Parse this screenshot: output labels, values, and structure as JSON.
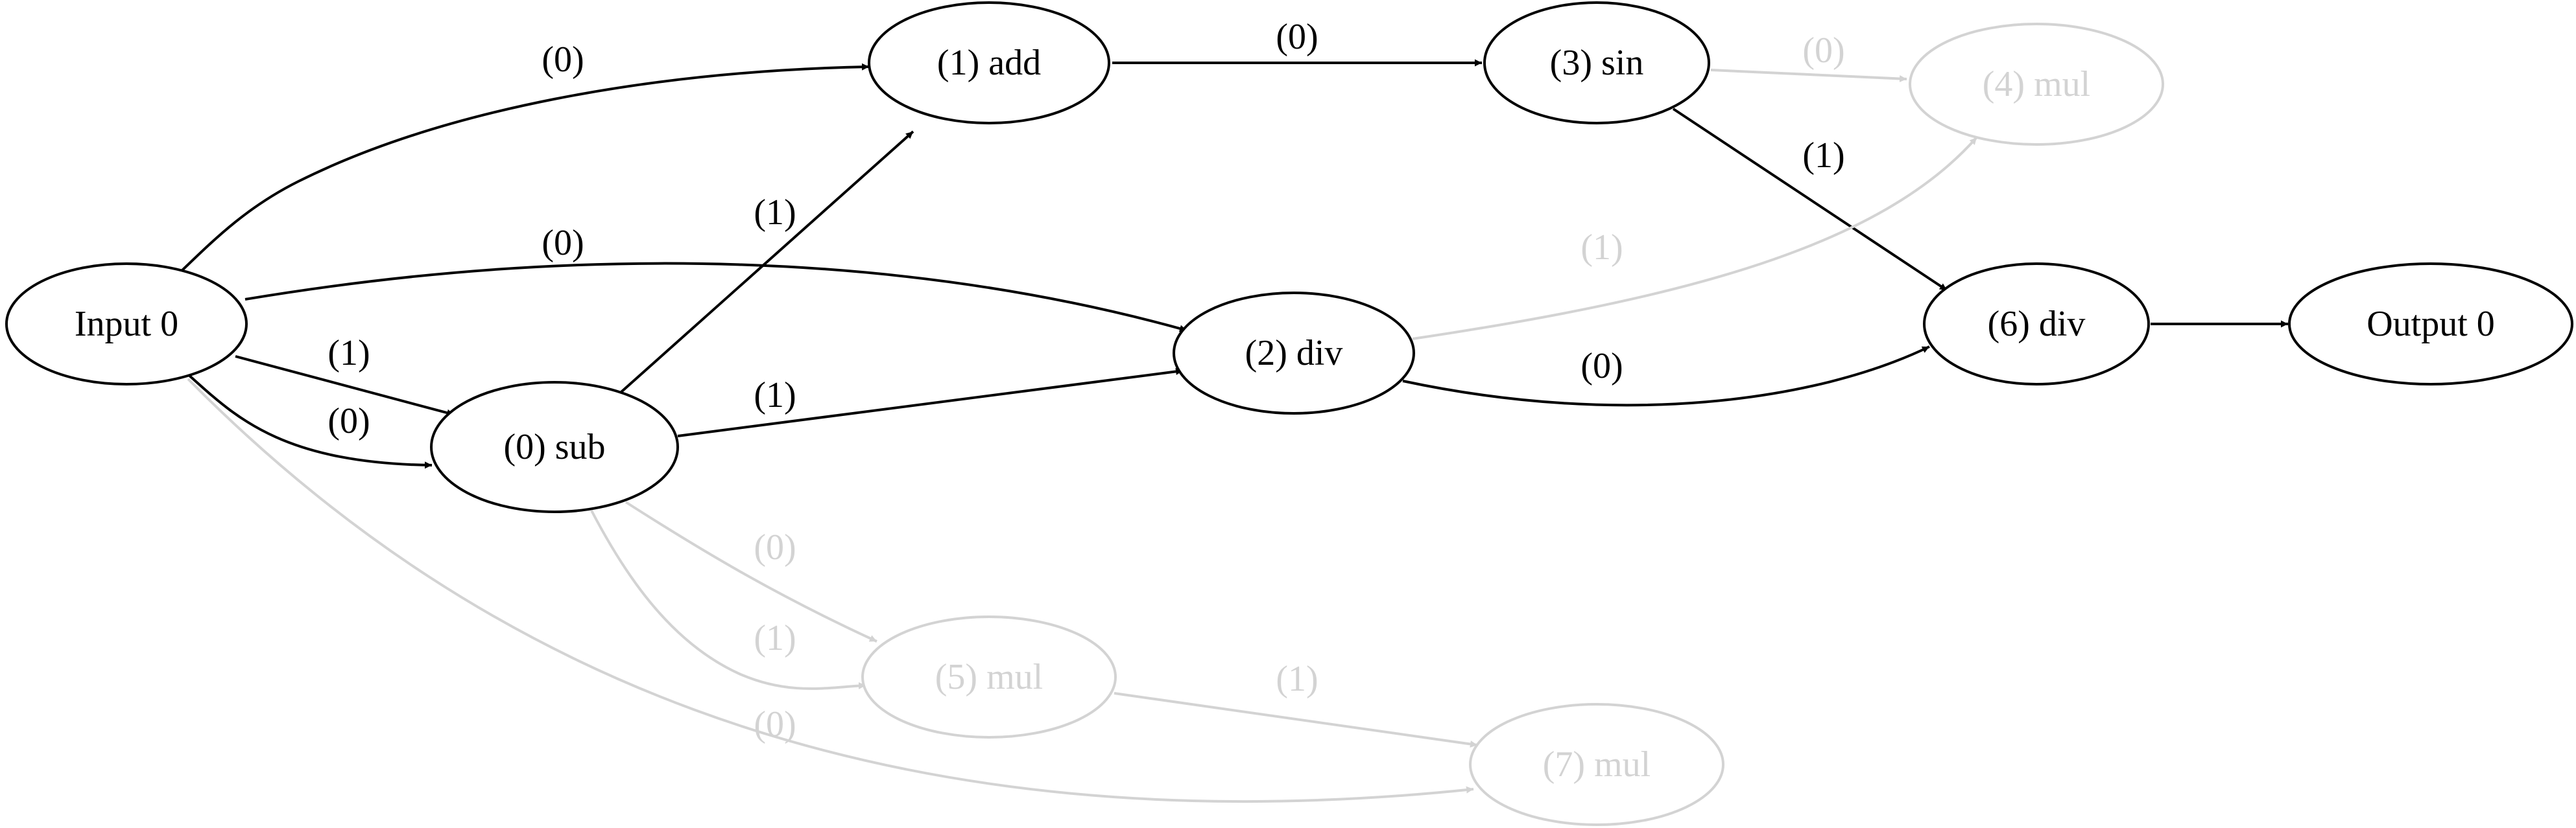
{
  "colors": {
    "active": "#000000",
    "inactive": "#d3d3d3"
  },
  "nodes": [
    {
      "id": "input0",
      "label": "Input 0",
      "active": true
    },
    {
      "id": "n0",
      "label": "(0) sub",
      "active": true
    },
    {
      "id": "n1",
      "label": "(1) add",
      "active": true
    },
    {
      "id": "n2",
      "label": "(2) div",
      "active": true
    },
    {
      "id": "n3",
      "label": "(3) sin",
      "active": true
    },
    {
      "id": "n4",
      "label": "(4) mul",
      "active": false
    },
    {
      "id": "n5",
      "label": "(5) mul",
      "active": false
    },
    {
      "id": "n6",
      "label": "(6) div",
      "active": true
    },
    {
      "id": "n7",
      "label": "(7) mul",
      "active": false
    },
    {
      "id": "output0",
      "label": "Output 0",
      "active": true
    }
  ],
  "edges": [
    {
      "from": "input0",
      "to": "n1",
      "label": "(0)",
      "active": true
    },
    {
      "from": "input0",
      "to": "n2",
      "label": "(0)",
      "active": true
    },
    {
      "from": "input0",
      "to": "n0",
      "label": "(1)",
      "active": true
    },
    {
      "from": "input0",
      "to": "n0",
      "label": "(0)",
      "active": true
    },
    {
      "from": "input0",
      "to": "n7",
      "label": "(0)",
      "active": false
    },
    {
      "from": "n0",
      "to": "n1",
      "label": "(1)",
      "active": true
    },
    {
      "from": "n0",
      "to": "n2",
      "label": "(1)",
      "active": true
    },
    {
      "from": "n0",
      "to": "n5",
      "label": "(0)",
      "active": false
    },
    {
      "from": "n0",
      "to": "n5",
      "label": "(1)",
      "active": false
    },
    {
      "from": "n1",
      "to": "n3",
      "label": "(0)",
      "active": true
    },
    {
      "from": "n3",
      "to": "n4",
      "label": "(0)",
      "active": false
    },
    {
      "from": "n3",
      "to": "n6",
      "label": "(1)",
      "active": true
    },
    {
      "from": "n2",
      "to": "n4",
      "label": "(1)",
      "active": false
    },
    {
      "from": "n2",
      "to": "n6",
      "label": "(0)",
      "active": true
    },
    {
      "from": "n5",
      "to": "n7",
      "label": "(1)",
      "active": false
    },
    {
      "from": "n6",
      "to": "output0",
      "label": "",
      "active": true
    }
  ]
}
